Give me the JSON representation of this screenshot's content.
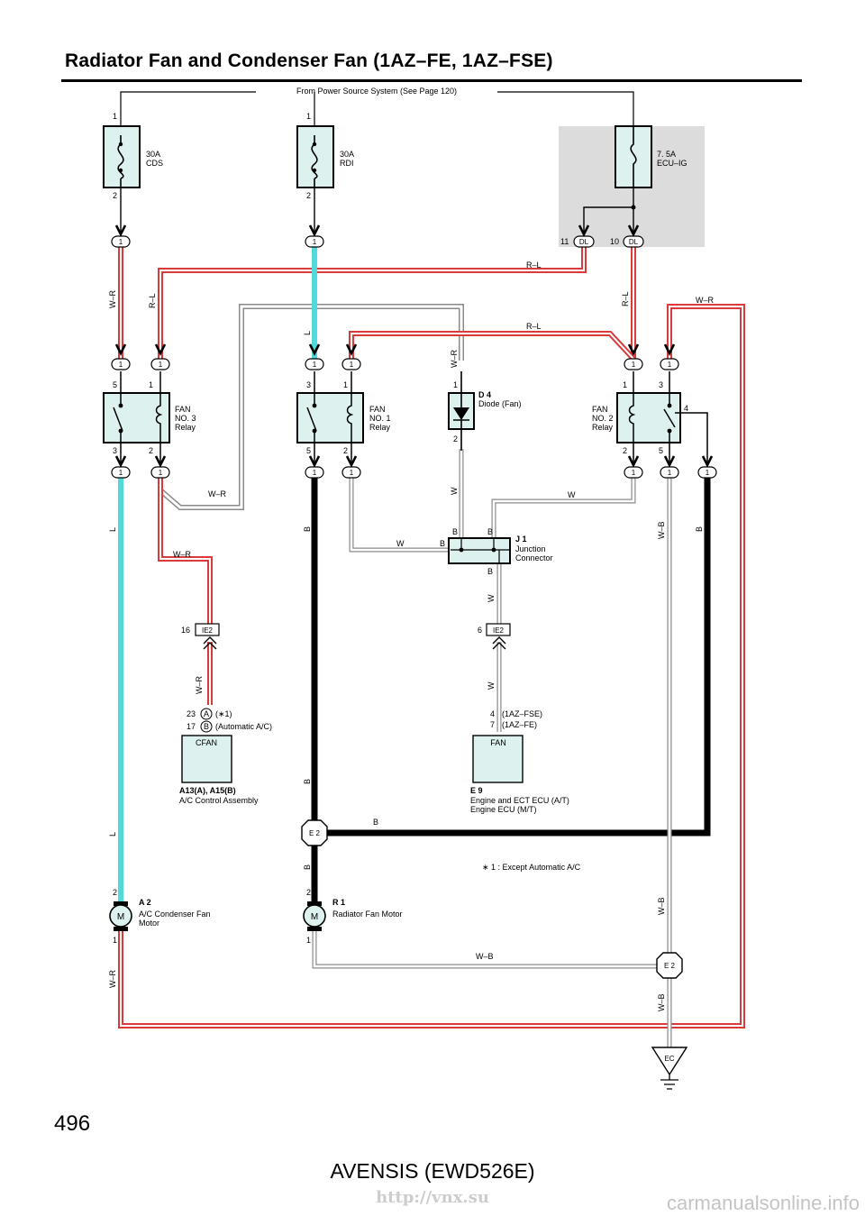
{
  "page": {
    "title": "Radiator Fan and Condenser Fan (1AZ–FE, 1AZ–FSE)",
    "page_number": "496",
    "model_code": "AVENSIS (EWD526E)",
    "watermark_url": "http://vnx.su",
    "watermark_site": "carmanualsonline.info"
  },
  "diagram": {
    "power_source": "From Power Source System (See Page 120)",
    "fuses": [
      {
        "id": "cds",
        "rating": "30A",
        "name": "CDS",
        "pin_top": "1",
        "pin_bottom": "2"
      },
      {
        "id": "rdi",
        "rating": "30A",
        "name": "RDI",
        "pin_top": "1",
        "pin_bottom": "2"
      },
      {
        "id": "ecuig",
        "rating": "7. 5A",
        "name": "ECU–IG"
      }
    ],
    "connectors": {
      "one": "1",
      "dl": "DL",
      "dl_pin_11": "11",
      "dl_pin_10": "10",
      "ie2": "IE2",
      "ie2_pin_16": "16",
      "ie2_pin_6": "6",
      "e2": "E 2",
      "ec": "EC"
    },
    "relays": [
      {
        "id": "fan3",
        "name": "FAN\nNO. 3\nRelay",
        "pins": [
          "5",
          "1",
          "3",
          "2"
        ]
      },
      {
        "id": "fan1",
        "name": "FAN\nNO. 1\nRelay",
        "pins": [
          "3",
          "1",
          "5",
          "2"
        ]
      },
      {
        "id": "fan2",
        "name": "FAN\nNO. 2\nRelay",
        "pins": [
          "1",
          "3",
          "4",
          "2",
          "5"
        ]
      }
    ],
    "diode": {
      "code": "D 4",
      "name": "Diode (Fan)",
      "pin_top": "1",
      "pin_bottom": "2"
    },
    "junction": {
      "code": "J 1",
      "name": "Junction\nConnector"
    },
    "ac_ecu": {
      "pin_a": "23",
      "sub_a": "A",
      "note_a": "(∗1)",
      "pin_b": "17",
      "sub_b": "B",
      "note_b": "(Automatic A/C)",
      "terminal": "CFAN",
      "code": "A13(A), A15(B)",
      "name": "A/C Control Assembly"
    },
    "engine_ecu": {
      "pin_fse": "4",
      "note_fse": "(1AZ–FSE)",
      "pin_fe": "7",
      "note_fe": "(1AZ–FE)",
      "terminal": "FAN",
      "code": "E 9",
      "name": "Engine and ECT ECU (A/T)\nEngine ECU (M/T)"
    },
    "motors": [
      {
        "id": "a2",
        "code": "A 2",
        "name": "A/C Condenser Fan\nMotor",
        "symbol": "M",
        "pin_top": "2",
        "pin_bottom": "1"
      },
      {
        "id": "r1",
        "code": "R 1",
        "name": "Radiator Fan Motor",
        "symbol": "M",
        "pin_top": "2",
        "pin_bottom": "1"
      }
    ],
    "footnote": "∗ 1 : Except Automatic A/C",
    "wire_colors": {
      "wr": "W–R",
      "rl": "R–L",
      "l": "L",
      "b": "B",
      "w": "W",
      "wb": "W–B"
    },
    "colors": {
      "red": "#d93a3a",
      "light_blue": "#50dada",
      "component_fill": "#ddf1ee",
      "ecu_panel": "#dcdcdc",
      "black": "#000000",
      "gray_wire": "#8a8a8a"
    }
  }
}
